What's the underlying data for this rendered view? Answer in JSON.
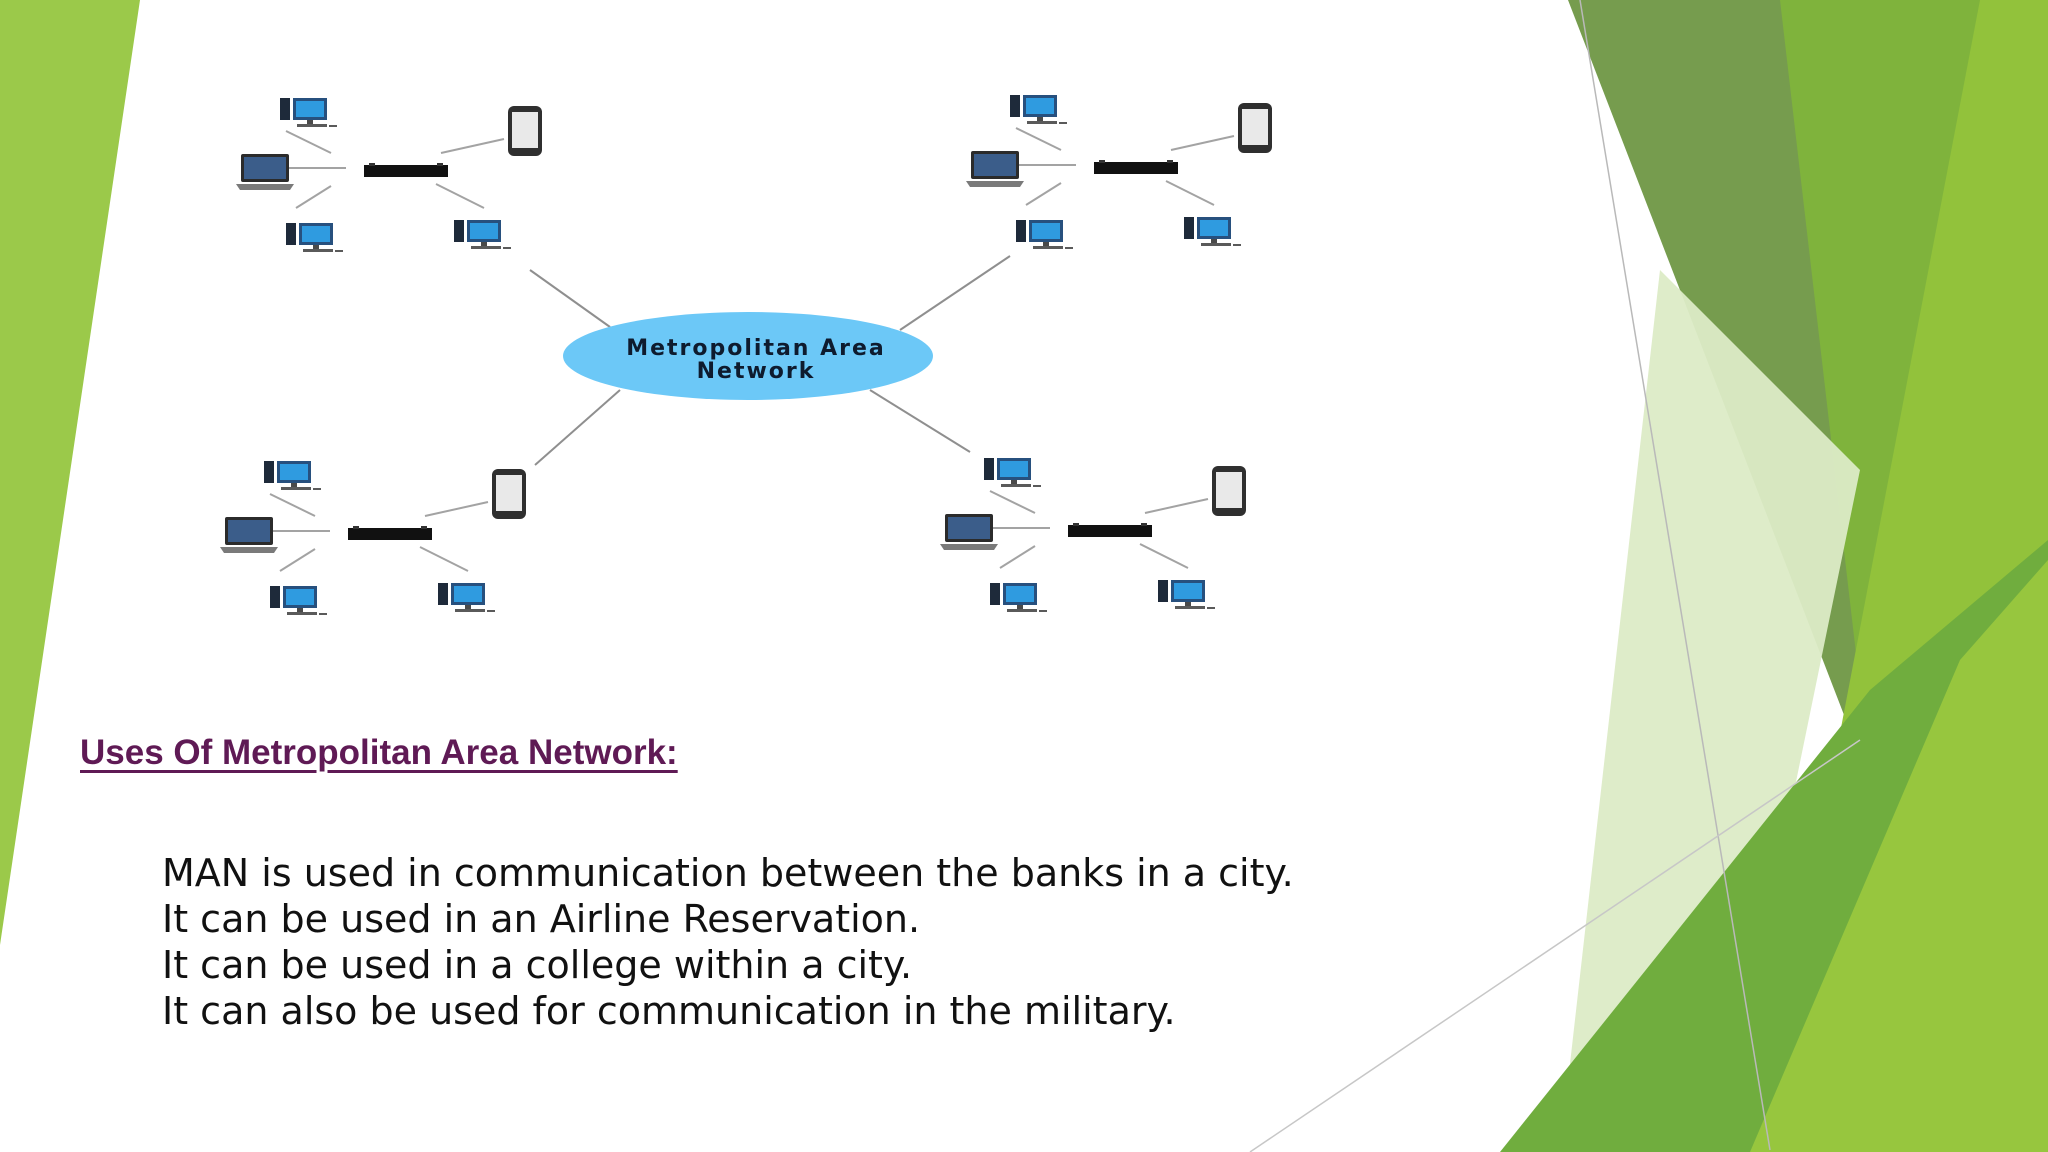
{
  "slide": {
    "diagram": {
      "hub_label_lines": [
        "Metropolitan Area",
        "Network"
      ],
      "clusters": [
        "top-left",
        "top-right",
        "bottom-left",
        "bottom-right"
      ]
    },
    "heading": "Uses Of Metropolitan Area Network:",
    "uses": [
      "MAN is used in communication between the banks in a city.",
      "It can be used in an Airline Reservation.",
      "It can be used in a college within a city.",
      "It can also be used for communication in the military."
    ],
    "colors": {
      "hub_fill": "#6cc8f7",
      "heading": "#5f1a55",
      "accent_green": "#8dc63f",
      "dark_green": "#6f9b47"
    }
  }
}
